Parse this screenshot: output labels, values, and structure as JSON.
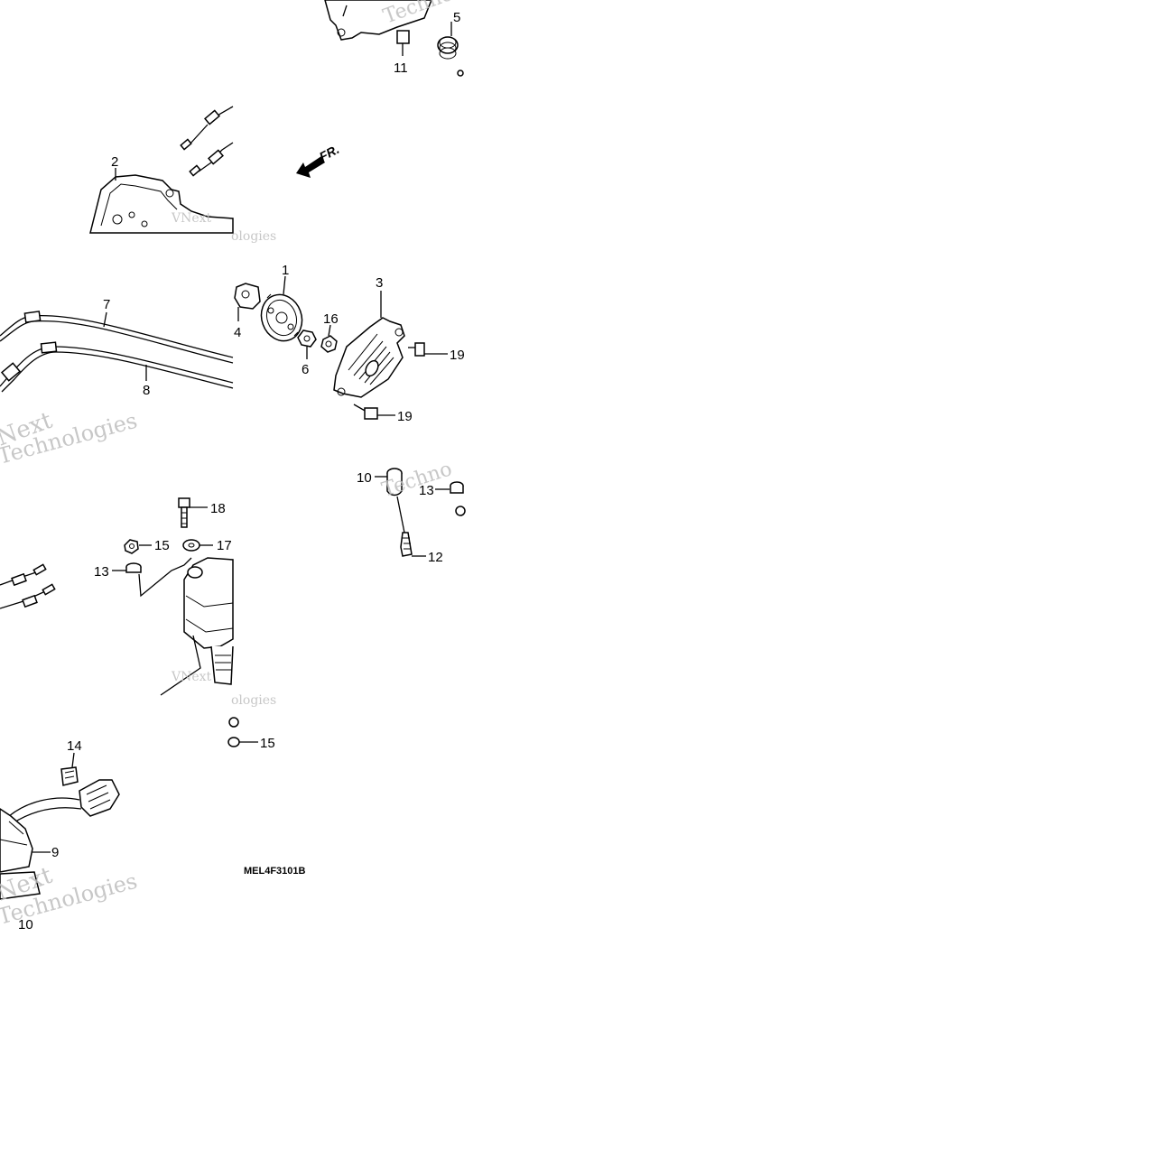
{
  "diagram": {
    "callouts": {
      "c1": "1",
      "c2": "2",
      "c3": "3",
      "c4": "4",
      "c5": "5",
      "c6": "6",
      "c7": "7",
      "c8": "8",
      "c9": "9",
      "c10": "10",
      "c10b": "10",
      "c11": "11",
      "c12": "12",
      "c13a": "13",
      "c13b": "13",
      "c14": "14",
      "c15a": "15",
      "c15b": "15",
      "c16": "16",
      "c17": "17",
      "c18": "18",
      "c19a": "19",
      "c19b": "19"
    },
    "front_arrow_label": "FR.",
    "part_code": "MEL4F3101B",
    "watermark_texts": [
      "VNext",
      "Technologies",
      "Next",
      "Techno",
      "ologies"
    ]
  }
}
